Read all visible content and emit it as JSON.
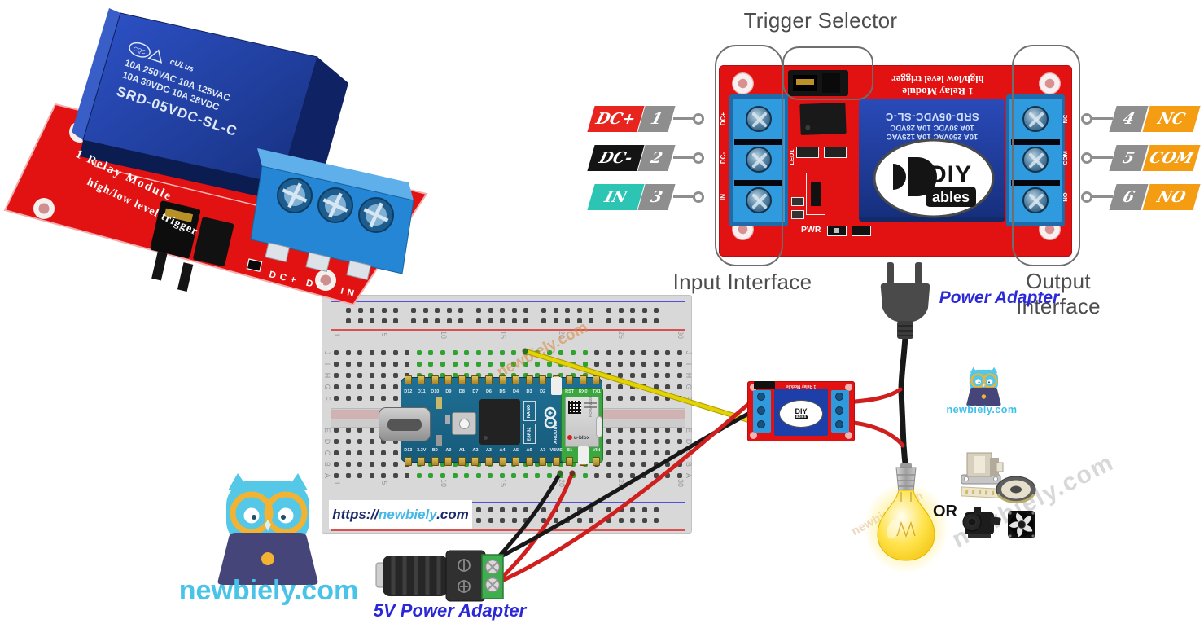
{
  "photo_module": {
    "board_line1": "1 Relay Module",
    "board_line2": "high/low level trigger",
    "relay_model": "SRD-05VDC-SL-C",
    "relay_rating_ac": "10A 250VAC 10A 125VAC",
    "relay_rating_dc": "10A 30VDC 10A 28VDC",
    "cert_cqc": "CQC",
    "cert_ul": "cULus",
    "pin_row": "DC+   DC-   IN"
  },
  "pinout": {
    "title": "Trigger Selector",
    "input_interface_label": "Input Interface",
    "output_interface_label": "Output Interface",
    "board_line1": "1 Relay Module",
    "board_line2": "high/low level trigger",
    "pwr_label": "PWR",
    "led_label": "LED1",
    "relay_model": "SRD-05VDC-SL-C",
    "relay_rating_dc": "10A 30VDC 10A 28VDC",
    "relay_rating_ac": "10A 250VAC 10A 125VAC",
    "logo_main": "DIY",
    "logo_sub": "ables",
    "left_pins": [
      {
        "num": "1",
        "label": "DC+",
        "color": "#e8241e"
      },
      {
        "num": "2",
        "label": "DC-",
        "color": "#141414"
      },
      {
        "num": "3",
        "label": "IN",
        "color": "#2cc5b4"
      }
    ],
    "right_pins": [
      {
        "num": "4",
        "label": "NC"
      },
      {
        "num": "5",
        "label": "COM"
      },
      {
        "num": "6",
        "label": "NO"
      }
    ],
    "board_left_silk": [
      "DC+",
      "DC-",
      "IN"
    ],
    "board_right_silk": [
      "NC",
      "COM",
      "NO"
    ]
  },
  "wiring": {
    "breadboard": {
      "url_prefix": "https://",
      "url_name": "newbiely",
      "url_tld": ".com",
      "column_labels": [
        "1",
        "5",
        "10",
        "15",
        "20",
        "25",
        "30"
      ],
      "row_labels": [
        "J",
        "I",
        "H",
        "G",
        "F",
        "E",
        "D",
        "C",
        "B",
        "A"
      ]
    },
    "arduino": {
      "top_pins": [
        "D12",
        "D11",
        "D10",
        "D9",
        "D8",
        "D7",
        "D6",
        "D5",
        "D4",
        "D3",
        "D2",
        "",
        "RST",
        "RX0",
        "TX1"
      ],
      "bottom_pins": [
        "D13",
        "3.3V",
        "B0",
        "A0",
        "A1",
        "A2",
        "A3",
        "A4",
        "A5",
        "A6",
        "A7",
        "VBUS",
        "B1",
        "",
        "VIN"
      ],
      "badge_line1": "NANO",
      "badge_line2": "ESP32",
      "brand": "ARDUINO",
      "module_brand": "u-blox",
      "module_model": "NORA-W106"
    },
    "power_adapter_label": "Power Adapter",
    "dc_jack_label": "5V Power Adapter",
    "or_label": "OR"
  },
  "branding": {
    "site": "newbiely.com"
  },
  "colors": {
    "pcb_red": "#e31212",
    "terminal_blue": "#2f9ade",
    "relay_blue": "#1e3fa8",
    "pin_num_gray": "#8e8e8e",
    "pin_right_orange": "#f49c12",
    "wire_red": "#d01f1f",
    "wire_black": "#181818",
    "wire_yellow": "#e3d204",
    "label_blue": "#2b28d8",
    "brand_cyan": "#4ac3e8",
    "url_navy": "#1b2a6b",
    "owl_blue": "#55c8e8",
    "owl_glasses": "#f2b232",
    "owl_laptop": "#46457a"
  }
}
